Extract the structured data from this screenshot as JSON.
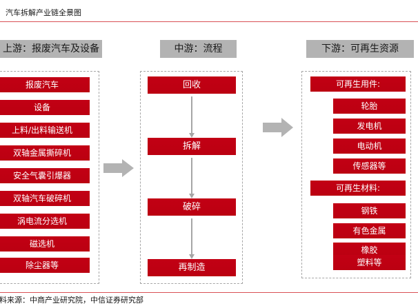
{
  "figure": {
    "title": "汽车拆解产业链全景图",
    "source": "资料来源：中商产业研究院，中信证券研究部",
    "accent_color": "#d94f54",
    "chip_color": "#c00013",
    "header_bar_color": "#b3b3b3",
    "dashed_border_color": "#a6a6a6"
  },
  "stages": {
    "upstream": {
      "header": "上游：报废汽车及设备",
      "items": [
        "报废汽车",
        "设备",
        "上料/出料输送机",
        "双轴金属撕碎机",
        "安全气囊引爆器",
        "双轴汽车破碎机",
        "涡电流分选机",
        "磁选机",
        "除尘器等"
      ]
    },
    "midstream": {
      "header": "中游：流程",
      "items": [
        "回收",
        "拆解",
        "破碎",
        "再制造"
      ]
    },
    "downstream": {
      "header": "下游：可再生资源",
      "groups": [
        {
          "heading": "可再生用件:",
          "items": [
            "轮胎",
            "发电机",
            "电动机",
            "传感器等"
          ]
        },
        {
          "heading": "可再生材料:",
          "items": [
            "钢铁",
            "有色金属",
            "橡胶",
            "塑料等"
          ]
        }
      ]
    }
  },
  "connectors": {
    "upstream_to_midstream": "right-block-arrow",
    "midstream_to_downstream": "right-block-arrow",
    "flow_arrows": [
      "down-arrow",
      "down-arrow",
      "down-arrow"
    ]
  }
}
